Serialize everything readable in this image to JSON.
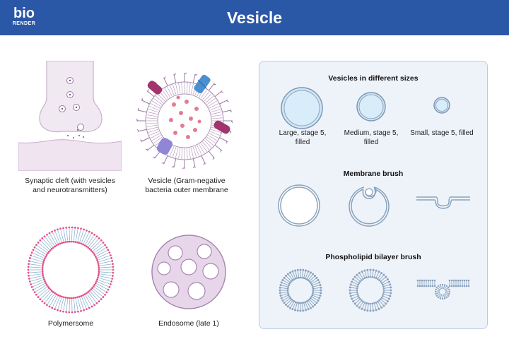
{
  "header": {
    "title": "Vesicle",
    "logo_top": "bio",
    "logo_bottom": "RENDER"
  },
  "figures": {
    "synaptic": "Synaptic cleft (with vesicles and neurotransmitters)",
    "gram_negative": "Vesicle (Gram-negative bacteria outer membrane",
    "polymersome": "Polymersome",
    "endosome": "Endosome (late 1)"
  },
  "panel": {
    "sizes_title": "Vesicles in different sizes",
    "sizes": [
      {
        "label": "Large, stage 5, filled"
      },
      {
        "label": "Medium, stage 5, filled"
      },
      {
        "label": "Small, stage 5, filled"
      }
    ],
    "membrane_title": "Membrane brush",
    "bilayer_title": "Phospholipid bilayer brush"
  },
  "colors": {
    "header": "#2b58a6",
    "membrane_purple": "#8a5a9a",
    "vesicle_blue": "#cfe6f7",
    "endosome": "#e7d6ea"
  }
}
